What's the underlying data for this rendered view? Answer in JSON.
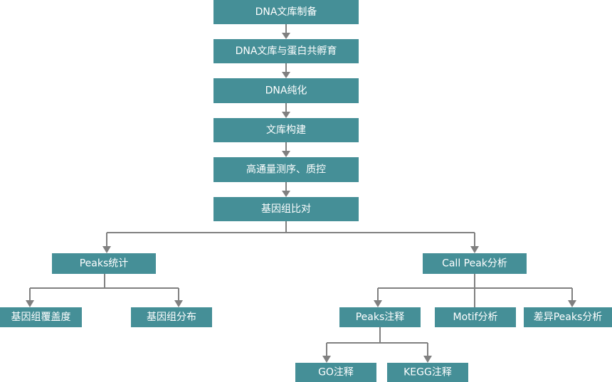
{
  "nodes": [
    {
      "id": "n1",
      "label": "DNA文库制备"
    },
    {
      "id": "n2",
      "label": "DNA文库与蛋白共孵育"
    },
    {
      "id": "n3",
      "label": "DNA纯化"
    },
    {
      "id": "n4",
      "label": "文库构建"
    },
    {
      "id": "n5",
      "label": "高通量测序、质控"
    },
    {
      "id": "n6",
      "label": "基因组比对"
    },
    {
      "id": "n7",
      "label": "Peaks统计"
    },
    {
      "id": "n8",
      "label": "Call Peak分析"
    },
    {
      "id": "n9",
      "label": "基因组覆盖度"
    },
    {
      "id": "n10",
      "label": "基因组分布"
    },
    {
      "id": "n11",
      "label": "Peaks注释"
    },
    {
      "id": "n12",
      "label": "Motif分析"
    },
    {
      "id": "n13",
      "label": "差异Peaks分析"
    },
    {
      "id": "n14",
      "label": "GO注释"
    },
    {
      "id": "n15",
      "label": "KEGG注释"
    }
  ],
  "colors": {
    "node_fill": "#458f97",
    "node_text": "#ffffff",
    "connector": "#808080"
  }
}
